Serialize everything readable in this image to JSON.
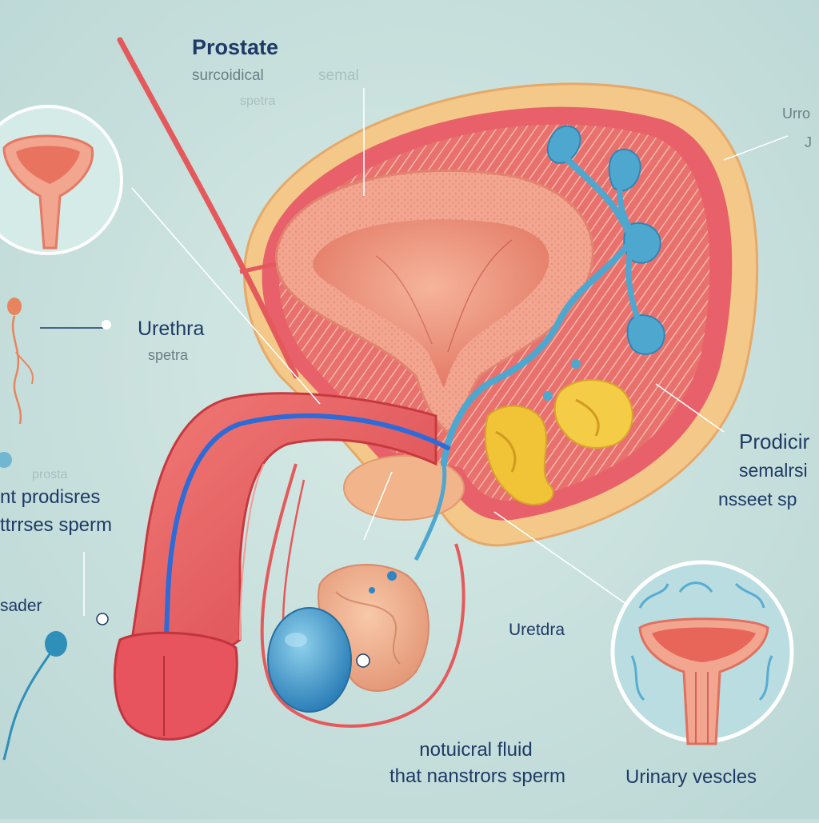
{
  "background": "#c9e1dd",
  "colors": {
    "tissue_red": "#e45a5c",
    "tissue_pink": "#f2a58f",
    "fat_yellow": "#f0c778",
    "duct_blue": "#4ea7cf",
    "vessel_blue": "#2f6bd6",
    "gland_gold": "#f1c337",
    "testis_blue": "#4f9fd1",
    "text_dark": "#1e3a66"
  },
  "labels": {
    "prostate_title": "Prostate",
    "prostate_sub1": "surcoidical",
    "prostate_sub2": "semal",
    "prostate_sub3": "spetra",
    "urethra_title": "Urethra",
    "urethra_sub": "spetra",
    "right_top1": "Urro",
    "right_top2": "J",
    "right_mid1": "Prodicir",
    "right_mid2": "semalrsi",
    "right_mid3": "nsseet sp",
    "left_mid1": "nt prodisres",
    "left_mid2": "ttrrses sperm",
    "left_faint": "prosta",
    "left_bottom": "sader",
    "urethra_lower": "Uretdra",
    "bottom_center1": "notuicral fluid",
    "bottom_center2": "that nanstrors sperm",
    "bottom_right": "Urinary vescles"
  },
  "icons": {
    "inset_top_left": "bladder-inset-icon",
    "inset_bottom_right": "bladder-inset-icon",
    "sperm_left": "sperm-icon",
    "sperm_bottom_left": "sperm-icon"
  }
}
